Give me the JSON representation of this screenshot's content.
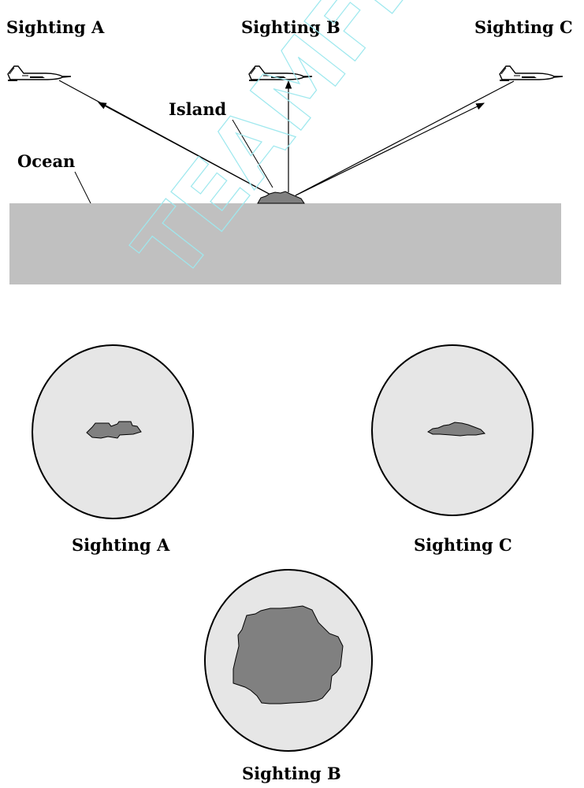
{
  "labels": {
    "top_a": "Sighting A",
    "top_b": "Sighting B",
    "top_c": "Sighting C",
    "island": "Island",
    "ocean": "Ocean",
    "view_a": "Sighting A",
    "view_b": "Sighting B",
    "view_c": "Sighting C"
  },
  "watermark": "TEAMFLY",
  "colors": {
    "ocean": "#c0c0c0",
    "view_background": "#e6e6e6",
    "island_fill": "#808080",
    "watermark_outline": "#9ee8ee"
  },
  "icons": {
    "aircraft": "jet-airplane-icon",
    "arrow": "arrowhead"
  }
}
